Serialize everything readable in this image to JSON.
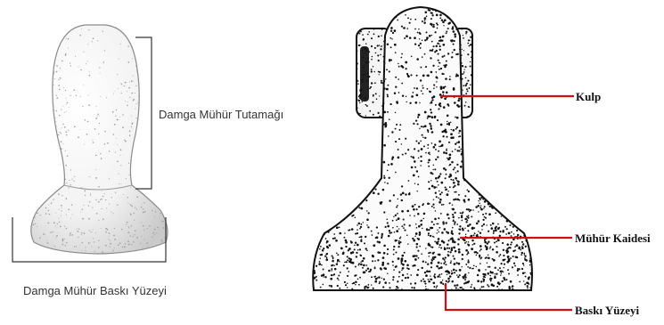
{
  "left_figure": {
    "handle_label": "Damga Mühür Tutamağı",
    "surface_label": "Damga Mühür Baskı Yüzeyi"
  },
  "right_figure": {
    "labels": {
      "handle": "Kulp",
      "base": "Mühür Kaidesi",
      "surface": "Baskı Yüzeyi"
    },
    "leader_color": "#cc1111"
  }
}
